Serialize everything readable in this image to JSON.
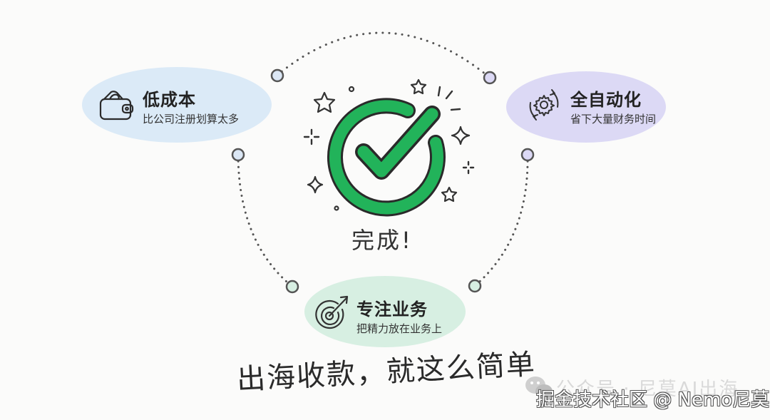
{
  "colors": {
    "background": "#fbfbfa",
    "cost_bubble": "#dbeaf7",
    "auto_bubble": "#dcd9f5",
    "focus_bubble": "#d7efe2",
    "check_green": "#22b35a",
    "outline": "#333333",
    "connector_dots": "#555555"
  },
  "center": {
    "icon": "check-circle-icon",
    "label": "完成!"
  },
  "features": [
    {
      "title": "低成本",
      "subtitle": "比公司注册划算太多",
      "icon": "wallet-icon"
    },
    {
      "title": "全自动化",
      "subtitle": "省下大量财务时间",
      "icon": "gear-cycle-icon"
    },
    {
      "title": "专注业务",
      "subtitle": "把精力放在业务上",
      "icon": "target-arrow-icon"
    }
  ],
  "slogan": "出海收款，就这么简单",
  "watermark": {
    "back": "公众号 · 尼莫AI出海",
    "front": "掘金技术社区 @ Nemo尼莫",
    "icon": "wechat-icon"
  }
}
